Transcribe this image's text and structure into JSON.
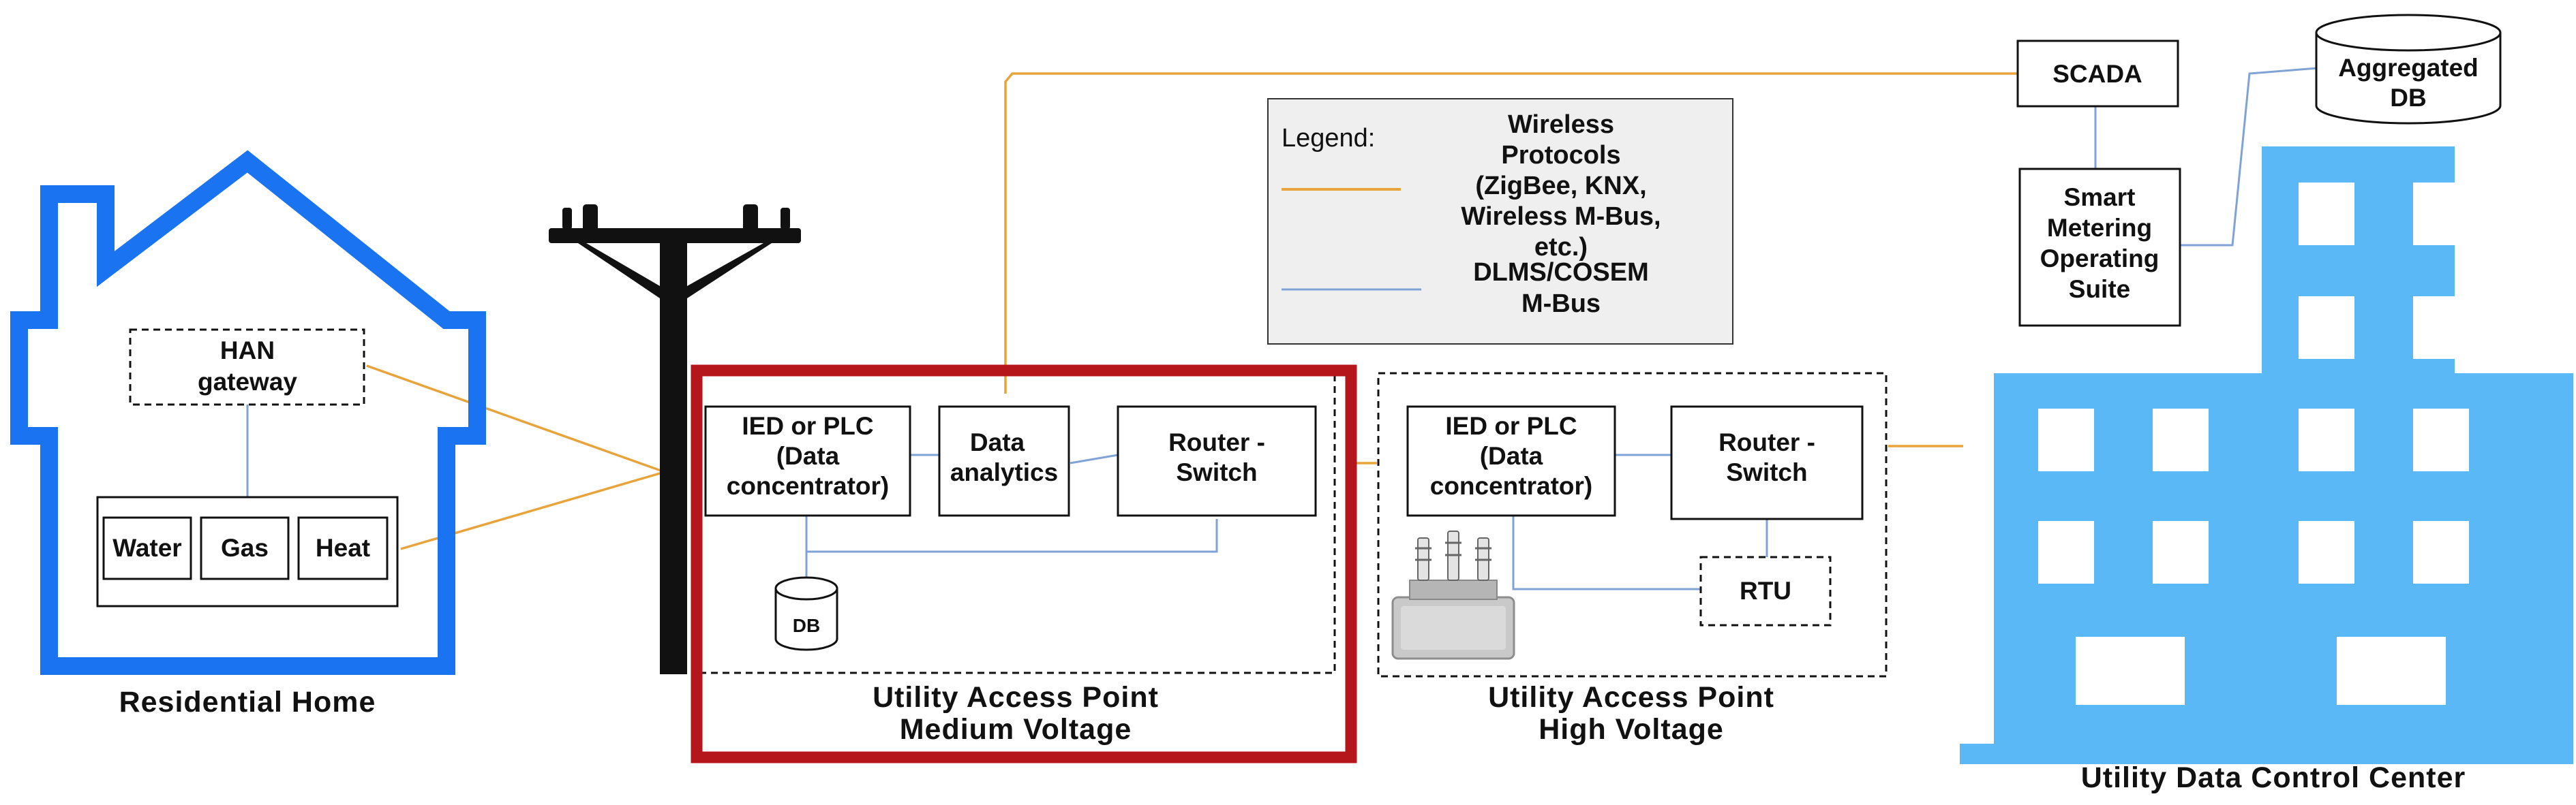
{
  "colors": {
    "wireless": "#E8A33B",
    "wired": "#7FA3D6",
    "house": "#1A73F0",
    "building": "#5BB8F6",
    "highlight": "#B5161B",
    "pole": "#111111",
    "legend_bg": "#EFEFEF"
  },
  "icons": [
    "house-icon",
    "utility-pole-icon",
    "building-icon",
    "database-icon",
    "transformer-icon"
  ],
  "home": {
    "caption": "Residential Home",
    "han_gateway": [
      "HAN",
      "gateway"
    ],
    "meters": [
      "Water",
      "Gas",
      "Heat"
    ]
  },
  "medium_voltage": {
    "caption": [
      "Utility Access Point",
      "Medium Voltage"
    ],
    "ied": [
      "IED or PLC",
      "(Data",
      "concentrator)"
    ],
    "analytics": [
      "Data",
      "analytics"
    ],
    "router": [
      "Router -",
      "Switch"
    ],
    "db": "DB"
  },
  "high_voltage": {
    "caption": [
      "Utility Access Point",
      "High Voltage"
    ],
    "ied": [
      "IED or PLC",
      "(Data",
      "concentrator)"
    ],
    "router": [
      "Router -",
      "Switch"
    ],
    "rtu": "RTU"
  },
  "legend": {
    "title": "Legend:",
    "wireless": [
      "Wireless",
      "Protocols",
      "(ZigBee, KNX,",
      "Wireless M-Bus,",
      "etc.)"
    ],
    "wired": [
      "DLMS/COSEM",
      "M-Bus"
    ]
  },
  "control_center": {
    "caption": "Utility Data Control Center",
    "scada": "SCADA",
    "smos": [
      "Smart",
      "Metering",
      "Operating",
      "Suite"
    ],
    "aggregated_db": [
      "Aggregated",
      "DB"
    ]
  }
}
